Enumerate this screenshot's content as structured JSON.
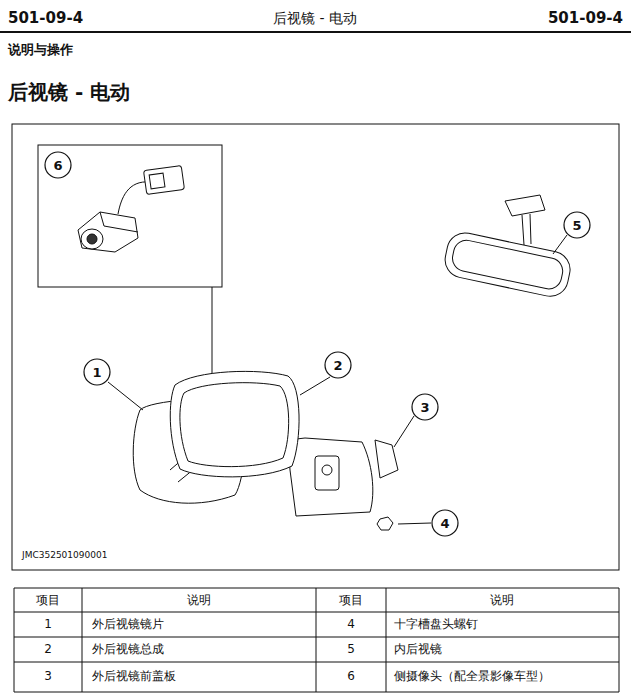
{
  "diagram": {
    "title": "后视镜 - 电动",
    "nodes": [
      {
        "text": [
          "6"
        ]
      },
      {
        "text": [
          "5"
        ]
      },
      {
        "text": [
          "2"
        ]
      },
      {
        "text": [
          "1"
        ]
      },
      {
        "text": [
          "3"
        ]
      },
      {
        "text": [
          "4"
        ]
      }
    ],
    "labels": [
      "501-09-4",
      "后视镜 - 电动",
      "501-09-4",
      "说明与操作",
      "JMC352501090001",
      "项目",
      "说明",
      "项目",
      "说明",
      "1",
      "外后视镜镜片",
      "4",
      "十字槽盘头螺钉",
      "2",
      "外后视镜总成",
      "5",
      "内后视镜",
      "3",
      "外后视镜前盖板",
      "6",
      "侧摄像头（配全景影像车型）"
    ]
  }
}
